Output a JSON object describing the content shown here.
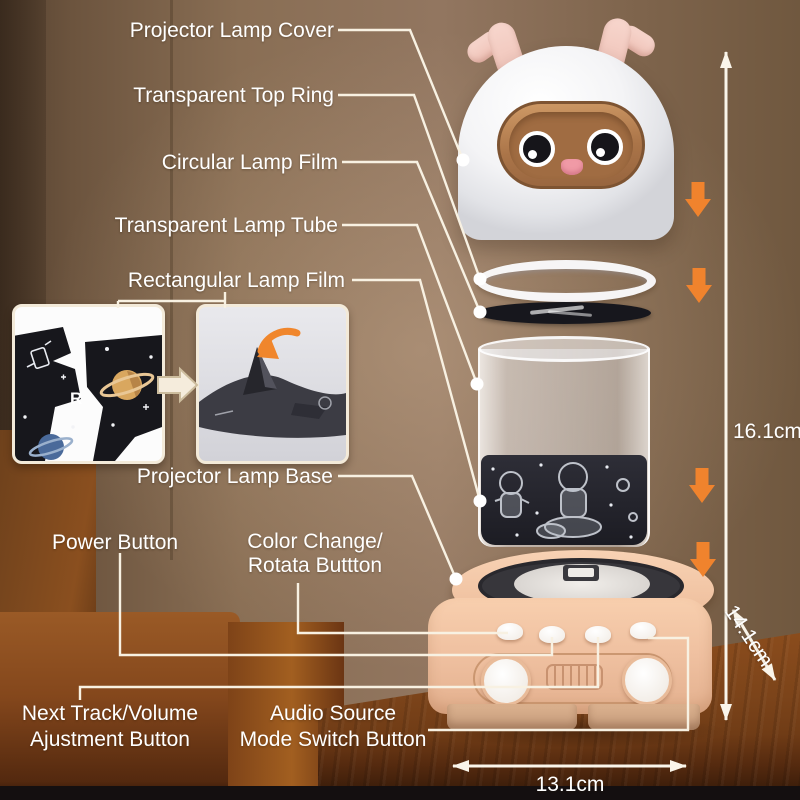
{
  "labels": {
    "cover": "Projector Lamp Cover",
    "top_ring": "Transparent Top Ring",
    "circular_film": "Circular Lamp Film",
    "lamp_tube": "Transparent Lamp Tube",
    "rect_film": "Rectangular Lamp Film",
    "base": "Projector Lamp Base",
    "power": "Power Button",
    "color_rotate_line1": "Color Change/",
    "color_rotate_line2": "Rotata Buttton",
    "next_track_line1": "Next Track/Volume",
    "next_track_line2": "Ajustment Button",
    "audio_line1": "Audio Source",
    "audio_line2": "Mode Switch Button"
  },
  "dimensions": {
    "height": "16.1cm",
    "depth": "14.1cm",
    "width": "13.1cm"
  },
  "inset": {
    "film_letter": "R"
  },
  "colors": {
    "accent_orange": "#F0832D",
    "callout_line": "#F8F1E2",
    "label_text": "#FFFFFF",
    "base_peach": "#F2C6A6",
    "film_black": "#1C1C22"
  }
}
